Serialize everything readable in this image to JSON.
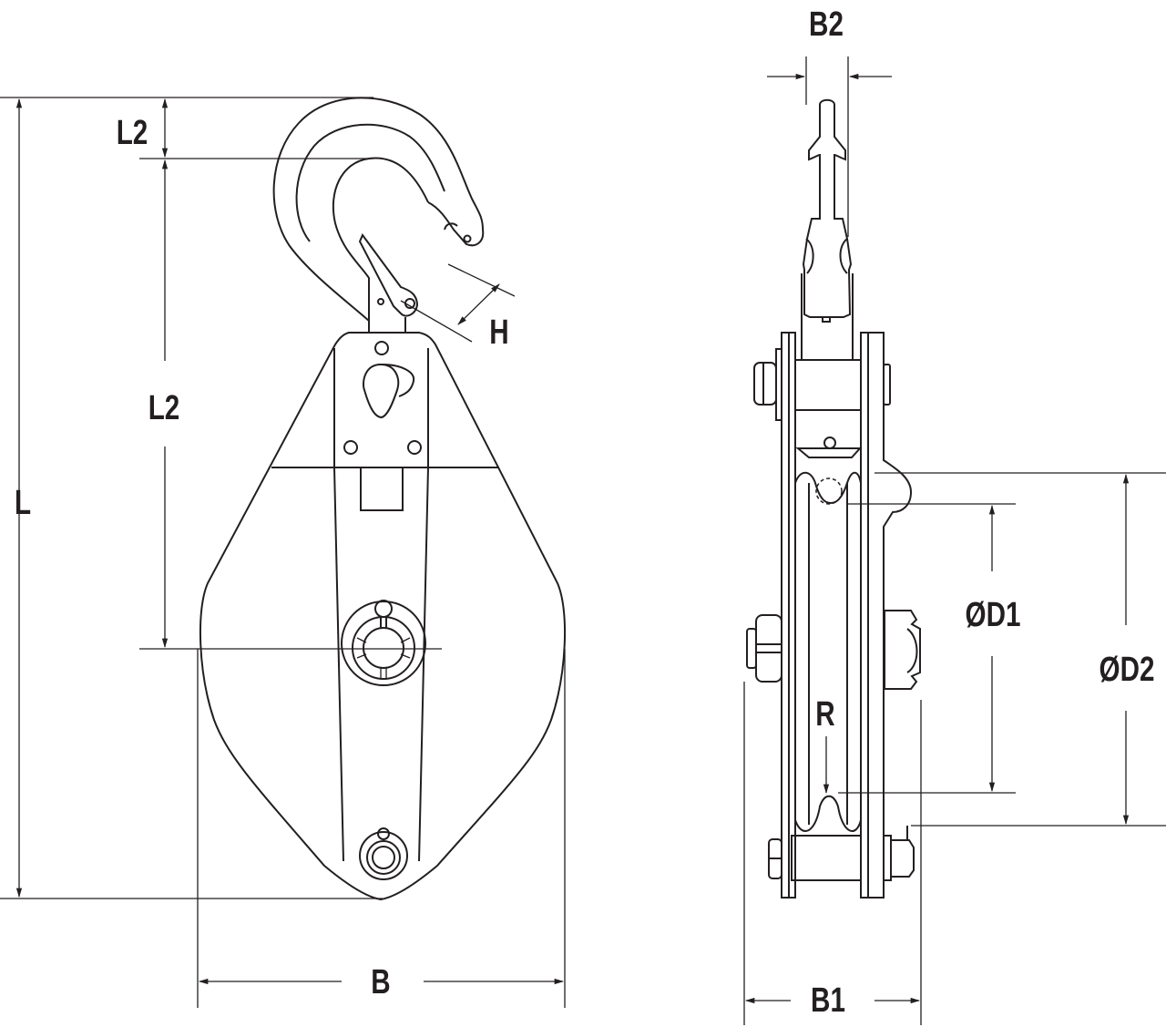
{
  "diagram": {
    "subject": "Snatch block with swivel hook",
    "line_color": "#231f20",
    "background": "#ffffff",
    "views": [
      {
        "id": "front-view",
        "description": "Front view: hook with safety latch, side plate, sheave axle, bottom bolt"
      },
      {
        "id": "side-view",
        "description": "Side view: hook edge-on, side plates, sheave groove, axle nut and pin"
      }
    ],
    "dimensions": {
      "L": "L",
      "L2_top": "L2",
      "L2_mid": "L2",
      "H": "H",
      "B": "B",
      "B1": "B1",
      "B2": "B2",
      "D1": "ØD1",
      "D2": "ØD2",
      "R": "R"
    }
  }
}
